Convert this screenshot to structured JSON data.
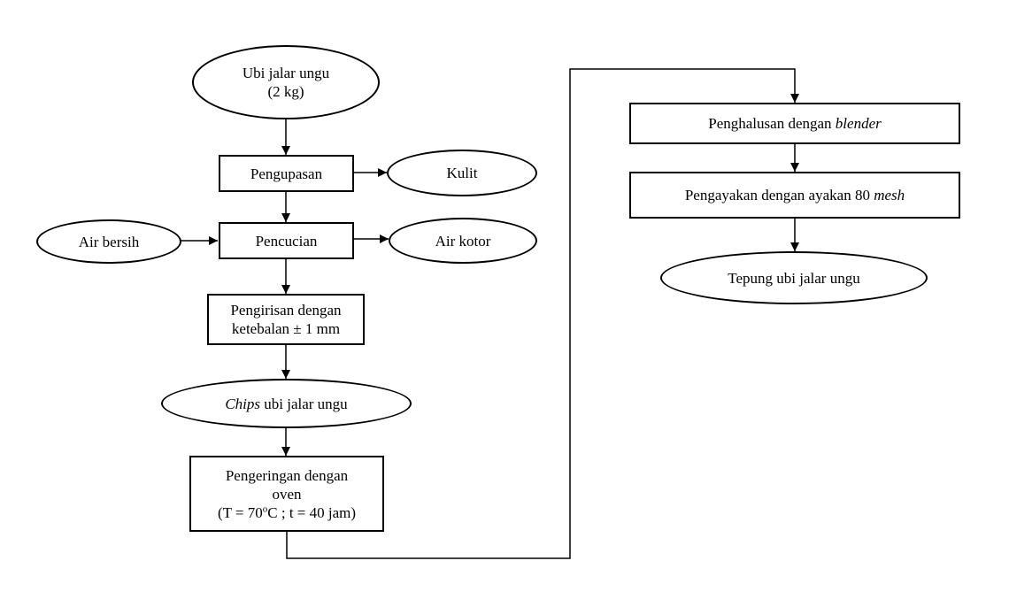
{
  "diagram": {
    "nodes": {
      "raw": {
        "line1": "Ubi jalar ungu",
        "line2": "(2 kg)"
      },
      "peeling": {
        "label": "Pengupasan"
      },
      "skin": {
        "label": "Kulit"
      },
      "clean_water": {
        "label": "Air bersih"
      },
      "washing": {
        "label": "Pencucian"
      },
      "dirty_water": {
        "label": "Air kotor"
      },
      "slicing": {
        "line1": "Pengirisan dengan",
        "line2": "ketebalan ± 1 mm"
      },
      "chips": {
        "italic": "Chips",
        "rest": " ubi jalar ungu"
      },
      "drying": {
        "line1": "Pengeringan dengan",
        "line2": "oven",
        "line3_a": "(T = 70",
        "line3_sup": "o",
        "line3_b": "C ; t = 40 jam)"
      },
      "grinding": {
        "text": "Penghalusan dengan ",
        "italic": "blender"
      },
      "sieving": {
        "text": "Pengayakan dengan ayakan 80 ",
        "italic": "mesh"
      },
      "flour": {
        "label": "Tepung ubi jalar ungu"
      }
    },
    "edges": [
      {
        "from": "raw",
        "to": "peeling"
      },
      {
        "from": "peeling",
        "to": "skin"
      },
      {
        "from": "peeling",
        "to": "washing"
      },
      {
        "from": "clean_water",
        "to": "washing"
      },
      {
        "from": "washing",
        "to": "dirty_water"
      },
      {
        "from": "washing",
        "to": "slicing"
      },
      {
        "from": "slicing",
        "to": "chips"
      },
      {
        "from": "chips",
        "to": "drying"
      },
      {
        "from": "drying",
        "to": "grinding"
      },
      {
        "from": "grinding",
        "to": "sieving"
      },
      {
        "from": "sieving",
        "to": "flour"
      }
    ]
  }
}
